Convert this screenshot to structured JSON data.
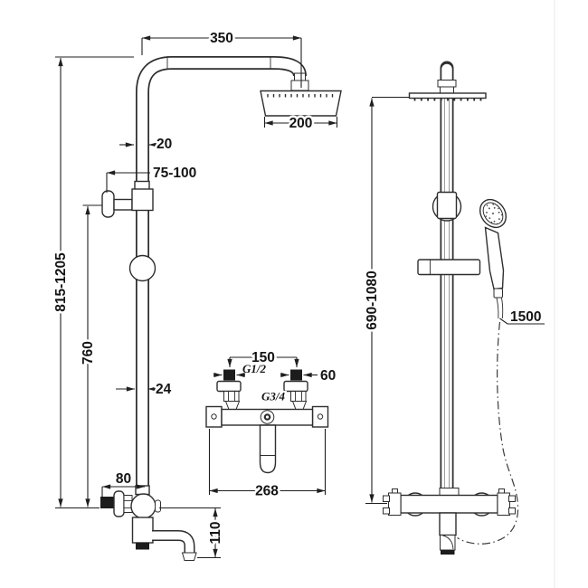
{
  "front_view": {
    "arm_reach": "350",
    "head_width": "200",
    "pipe_upper": "20",
    "wall_bracket": "75-100",
    "overall_height": "815-1205",
    "bracket_height": "760",
    "pipe_lower": "24",
    "wall_offset": "80",
    "spout_drop": "110"
  },
  "valve_detail": {
    "inlet_centers": "150",
    "inlet_thread": "G1/2",
    "union_width": "60",
    "union_thread": "G3/4",
    "valve_width": "268"
  },
  "side_view": {
    "height_range": "690-1080",
    "hose_length": "1500"
  }
}
